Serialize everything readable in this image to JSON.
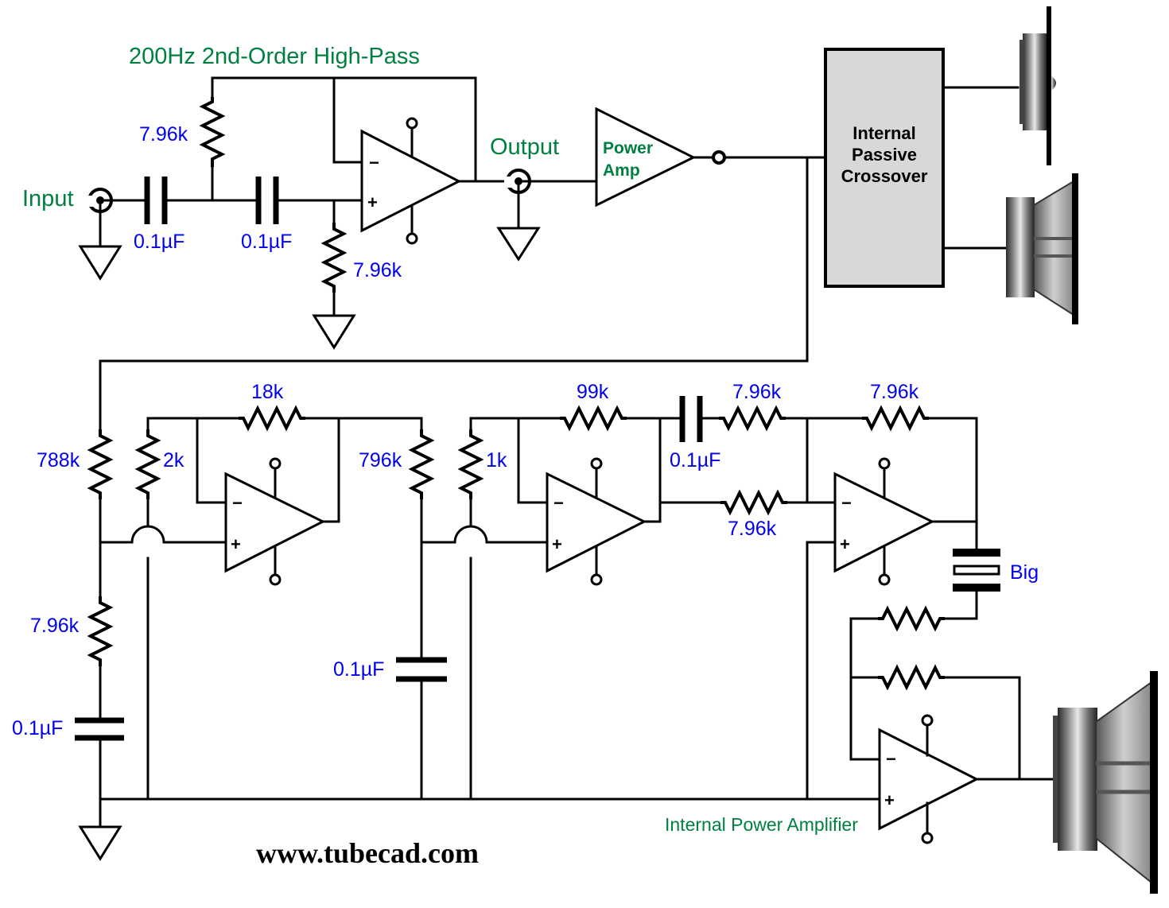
{
  "title": "200Hz 2nd-Order High-Pass",
  "top_section": {
    "input_label": "Input",
    "output_label": "Output",
    "c1_label": "0.1µF",
    "c2_label": "0.1µF",
    "r1_label": "7.96k",
    "r2_label": "7.96k",
    "power_amp_line1": "Power",
    "power_amp_line2": "Amp",
    "crossover_line1": "Internal",
    "crossover_line2": "Passive",
    "crossover_line3": "Crossover"
  },
  "bottom_section": {
    "r_788k": "788k",
    "r_2k": "2k",
    "r_18k": "18k",
    "r_796k": "796k",
    "r_1k": "1k",
    "r_99k": "99k",
    "r_796a": "7.96k",
    "r_796b": "7.96k",
    "r_796c": "7.96k",
    "r_796d": "7.96k",
    "c_01a": "0.1µF",
    "c_01b": "0.1µF",
    "c_01c": "0.1µF",
    "big_label": "Big",
    "power_amp_label": "Internal Power Amplifier"
  },
  "website": "www.tubecad.com",
  "opamp_symbols": {
    "minus": "−",
    "plus": "+"
  },
  "colors": {
    "wire": "#000000",
    "component_label": "#0000ee",
    "annotation": "#008040",
    "crossover_fill": "#d8d8d8"
  }
}
